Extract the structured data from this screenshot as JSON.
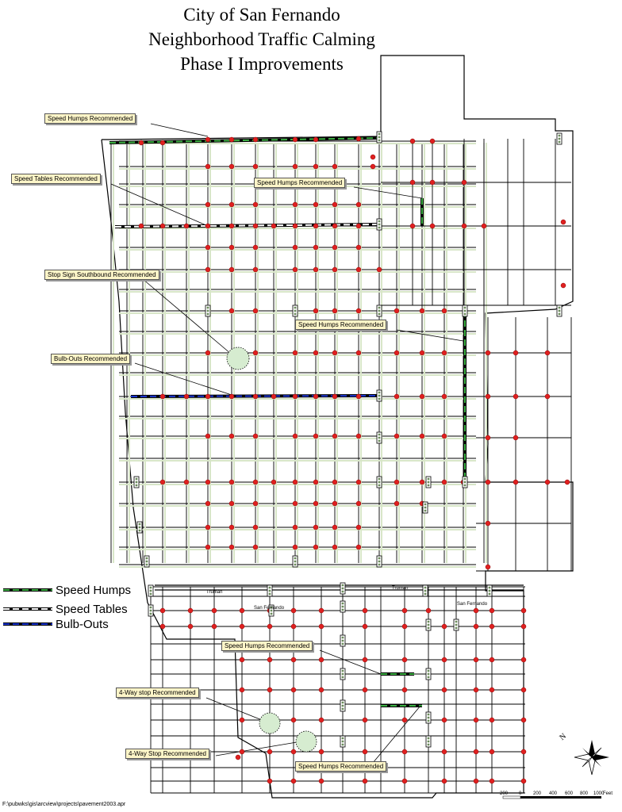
{
  "title": {
    "line1": "City of San Fernando",
    "line2": "Neighborhood Traffic Calming",
    "line3": "Phase I Improvements"
  },
  "callouts": {
    "speed_humps_1": "Speed Humps Recommended",
    "speed_tables": "Speed Tables Recommended",
    "speed_humps_2": "Speed Humps Recommended",
    "stop_sign_southbound": "Stop Sign Southbound Recommended",
    "speed_humps_3": "Speed Humps Recommended",
    "bulb_outs": "Bulb-Outs Recommended",
    "speed_humps_4": "Speed Humps Recommended",
    "four_way_stop_1": "4-Way stop Recommended",
    "four_way_stop_2": "4-Way Stop Recommended",
    "speed_humps_5": "Speed Humps Recommended"
  },
  "legend": {
    "speed_humps": "Speed Humps",
    "speed_tables": "Speed Tables",
    "bulb_outs": "Bulb-Outs"
  },
  "street_labels": {
    "truman": "Truman",
    "truman_east": "Truman",
    "san_fernando": "San Fernando",
    "san_fernando_east": "San Fernando"
  },
  "north_arrow": {
    "label": "N"
  },
  "scale_bar": {
    "ticks": [
      "200",
      "0",
      "200",
      "400",
      "600",
      "800",
      "1000"
    ],
    "units": "Feet"
  },
  "file_path": "F:\\pubwks\\gis\\arcview\\projects\\pavement2003.apr",
  "colors": {
    "street": "#000000",
    "street_fill": "#d8e6c8",
    "intersection_dot": "#e02020",
    "speed_hump_green": "#3cb043",
    "bulb_out_blue": "#1a33cc",
    "callout_bg": "#fdf5c8",
    "circle_fill": "#d6ecd0"
  }
}
